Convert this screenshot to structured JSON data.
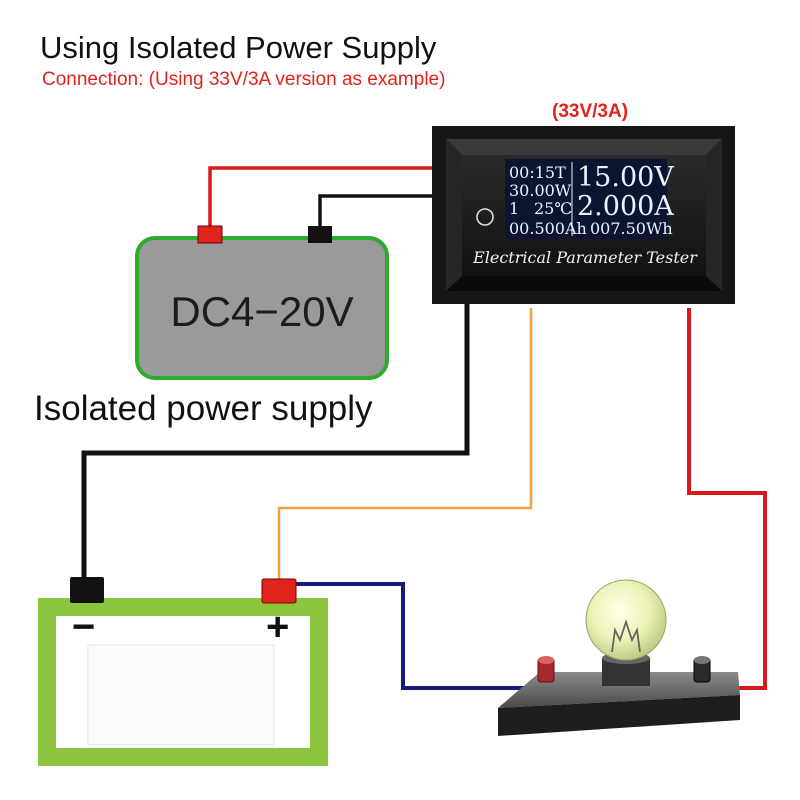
{
  "title": "Using Isolated Power Supply",
  "subtitle": "Connection: (Using 33V/3A version as example)",
  "version_label": "(33V/3A)",
  "meter": {
    "name": "Electrical Parameter Tester",
    "display": {
      "time": "00:15T",
      "power": "30.00W",
      "channel": "1",
      "temperature": "25℃",
      "capacity": "00.500Ah",
      "voltage": "15.00V",
      "current": "2.000A",
      "energy": "007.50Wh"
    }
  },
  "power_supply": {
    "voltage_label": "DC4−20V",
    "caption": "Isolated  power supply"
  },
  "battery": {
    "negative_symbol": "−",
    "positive_symbol": "+"
  },
  "colors": {
    "title": "#111111",
    "accent_red": "#e0231c",
    "wire_red": "#d8191b",
    "wire_black": "#111111",
    "wire_orange": "#f0a040",
    "wire_blue": "#141b7a",
    "psu_fill": "#9a9a9a",
    "psu_border": "#2eaa2e",
    "battery_green": "#8cc63f",
    "lcd_background": "#0c1430"
  }
}
